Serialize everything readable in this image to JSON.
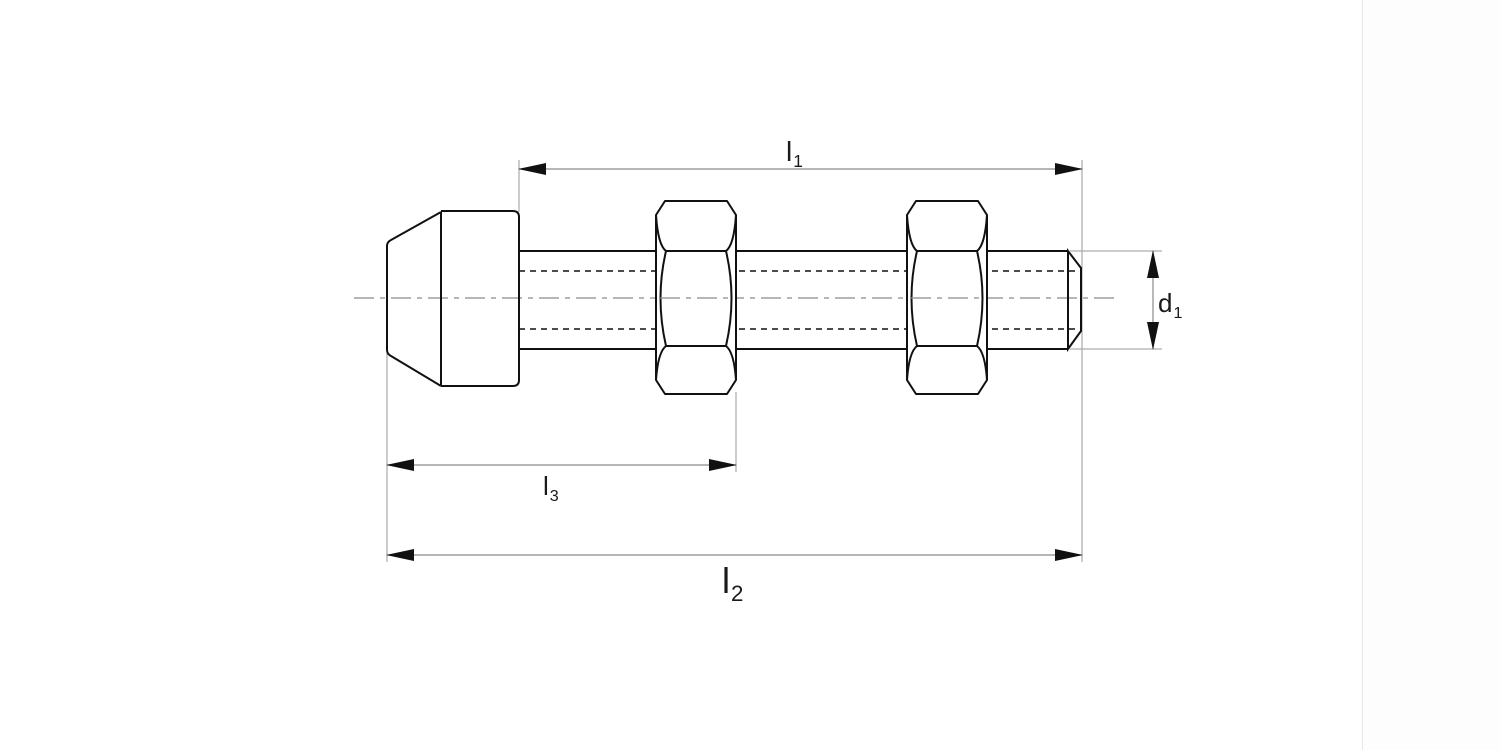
{
  "drawing": {
    "title": "Bolt with cone cap and two hex nuts - dimensioned drawing",
    "colors": {
      "outline": "#111111",
      "dimension_line": "#8a8a8a",
      "centerline": "#8a8a8a",
      "background": "#ffffff"
    },
    "dimensions": {
      "l1": {
        "symbol": "l",
        "subscript": "1",
        "description": "threaded shaft length"
      },
      "l2": {
        "symbol": "l",
        "subscript": "2",
        "description": "overall length"
      },
      "l3": {
        "symbol": "l",
        "subscript": "3",
        "description": "cap to far face of first nut"
      },
      "d1": {
        "symbol": "d",
        "subscript": "1",
        "description": "thread diameter"
      }
    },
    "components": [
      {
        "name": "cone-cap",
        "type": "conical head"
      },
      {
        "name": "threaded-shaft",
        "type": "threaded rod"
      },
      {
        "name": "hex-nut-1",
        "type": "hex nut"
      },
      {
        "name": "hex-nut-2",
        "type": "hex nut"
      }
    ]
  }
}
